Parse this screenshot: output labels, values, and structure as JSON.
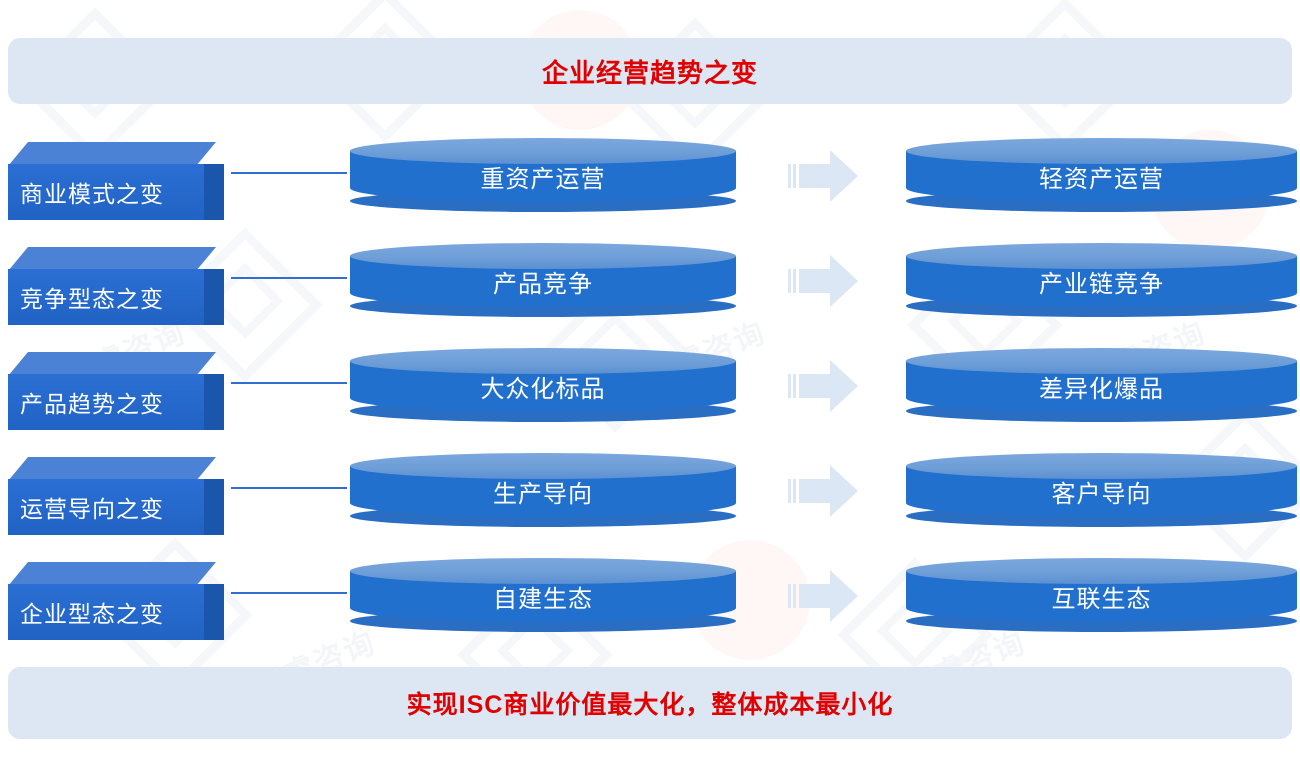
{
  "header": {
    "title": "企业经营趋势之变",
    "accent_color": "#e00000",
    "band_color": "#dde7f3"
  },
  "footer": {
    "title": "实现ISC商业价值最大化，整体成本最小化",
    "accent_color": "#e00000",
    "band_color": "#dde7f3"
  },
  "theme": {
    "cube_front": "#2163c4",
    "cube_top": "#4b82d6",
    "cube_side": "#1b56ad",
    "cylinder_body": "#2170ce",
    "cylinder_top": "#6f9fd8",
    "connector_line": "#2f6fd0",
    "arrow_fill": "#dbe7f5"
  },
  "rows": [
    {
      "category": "商业模式之变",
      "from": "重资产运营",
      "to": "轻资产运营",
      "arrow": "arrow-right-icon"
    },
    {
      "category": "竞争型态之变",
      "from": "产品竞争",
      "to": "产业链竞争",
      "arrow": "arrow-right-icon"
    },
    {
      "category": "产品趋势之变",
      "from": "大众化标品",
      "to": "差异化爆品",
      "arrow": "arrow-right-icon"
    },
    {
      "category": "运营导向之变",
      "from": "生产导向",
      "to": "客户导向",
      "arrow": "arrow-right-icon"
    },
    {
      "category": "企业型态之变",
      "from": "自建生态",
      "to": "互联生态",
      "arrow": "arrow-right-icon"
    }
  ]
}
